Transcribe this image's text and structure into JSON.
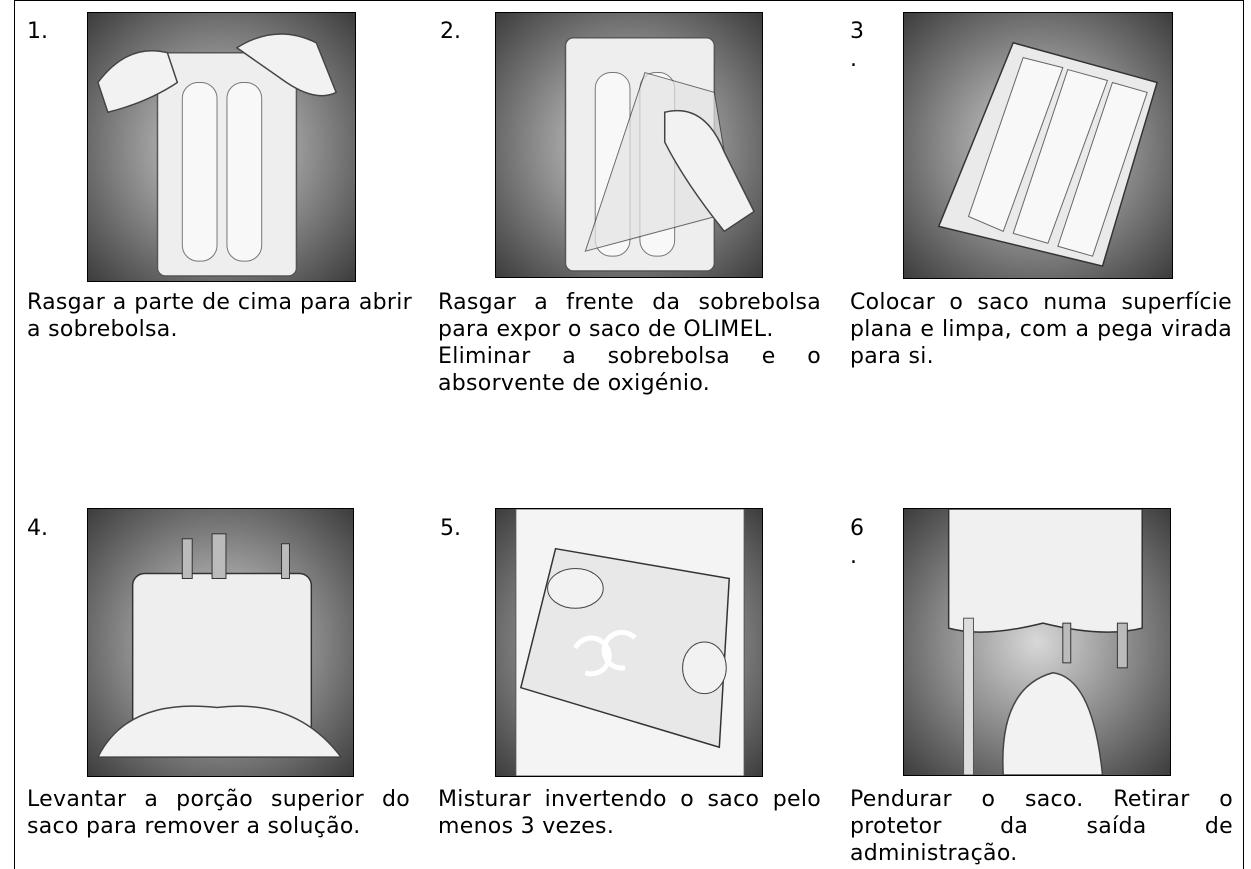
{
  "steps": [
    {
      "num": "1.",
      "caption": [
        "Rasgar a parte de cima para abrir a sobrebolsa."
      ],
      "illustration": "hands-tearing-overpouch-top"
    },
    {
      "num": "2.",
      "caption": [
        "Rasgar a frente da sobrebolsa para expor o saco de OLIMEL.",
        "Eliminar a sobrebolsa e o absorvente de oxigénio."
      ],
      "illustration": "hand-peeling-overpouch-front"
    },
    {
      "num": "3\n.",
      "caption": [
        "Colocar o saco numa superfície plana e limpa, com a pega virada para si."
      ],
      "illustration": "bag-on-flat-surface"
    },
    {
      "num": "4.",
      "caption": [
        "Levantar a porção superior do saco para remover a solução."
      ],
      "illustration": "hands-rolling-bag"
    },
    {
      "num": "5.",
      "caption": [
        "Misturar invertendo o saco pelo menos 3 vezes."
      ],
      "illustration": "hands-inverting-bag"
    },
    {
      "num": "6\n.",
      "caption": [
        "Pendurar o saco. Retirar o protetor da saída de administração."
      ],
      "illustration": "hands-removing-port-protector"
    }
  ]
}
